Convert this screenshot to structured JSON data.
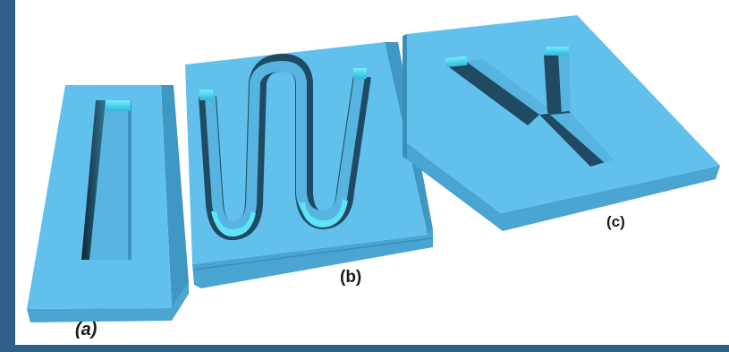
{
  "figure": {
    "panels": [
      {
        "id": "a",
        "label": "(a)",
        "channel_shape": "straight"
      },
      {
        "id": "b",
        "label": "(b)",
        "channel_shape": "serpentine"
      },
      {
        "id": "c",
        "label": "(c)",
        "channel_shape": "y-junction"
      }
    ]
  },
  "colors": {
    "frame": "#2f5f88",
    "canvas": "#ffffff",
    "block_top": "#62c0ec",
    "block_side": "#4aa5d2",
    "block_side_dark": "#3a8fb9",
    "channel_wall_dark": "#1e3d4f",
    "channel_floor": "#5ab7e4",
    "highlight": "#5fe3f6"
  }
}
